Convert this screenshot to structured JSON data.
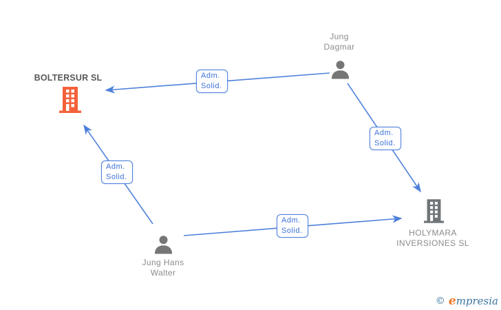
{
  "diagram": {
    "type": "corporate-relationship-graph",
    "background": "#ffffff"
  },
  "colors": {
    "edge_blue": "#4e80db",
    "edge_label_text": "#3c70d6",
    "company_focus_orange": "#f4613b",
    "company_gray": "#6f7478",
    "person_gray": "#767676",
    "node_label_gray": "#8b8b8b",
    "focus_label_dark": "#595959",
    "logo_blue": "#3a759f",
    "logo_orange": "#e87722"
  },
  "nodes": {
    "jung_dagmar": {
      "type": "person",
      "icon": "person-icon",
      "label": "Jung Dagmar",
      "lines": [
        "Jung",
        "Dagmar"
      ]
    },
    "boltersur": {
      "type": "company",
      "icon": "building-icon",
      "highlighted": true,
      "label": "BOLTERSUR SL",
      "lines": [
        "BOLTERSUR SL"
      ]
    },
    "holymara": {
      "type": "company",
      "icon": "building-icon",
      "highlighted": false,
      "label": "HOLYMARA INVERSIONES SL",
      "lines": [
        "HOLYMARA",
        "INVERSIONES SL"
      ]
    },
    "jung_hans_walter": {
      "type": "person",
      "icon": "person-icon",
      "label": "Jung Hans Walter",
      "lines": [
        "Jung Hans",
        "Walter"
      ]
    }
  },
  "edges": [
    {
      "from": "jung_dagmar",
      "to": "boltersur",
      "relation": "Adm. Solid.",
      "label_lines": [
        "Adm.",
        "Solid."
      ]
    },
    {
      "from": "jung_dagmar",
      "to": "holymara",
      "relation": "Adm. Solid.",
      "label_lines": [
        "Adm.",
        "Solid."
      ]
    },
    {
      "from": "jung_hans_walter",
      "to": "boltersur",
      "relation": "Adm. Solid.",
      "label_lines": [
        "Adm.",
        "Solid."
      ]
    },
    {
      "from": "jung_hans_walter",
      "to": "holymara",
      "relation": "Adm. Solid.",
      "label_lines": [
        "Adm.",
        "Solid."
      ]
    }
  ],
  "logo": {
    "copyright": "©",
    "initial": "e",
    "rest": "mpresia"
  }
}
